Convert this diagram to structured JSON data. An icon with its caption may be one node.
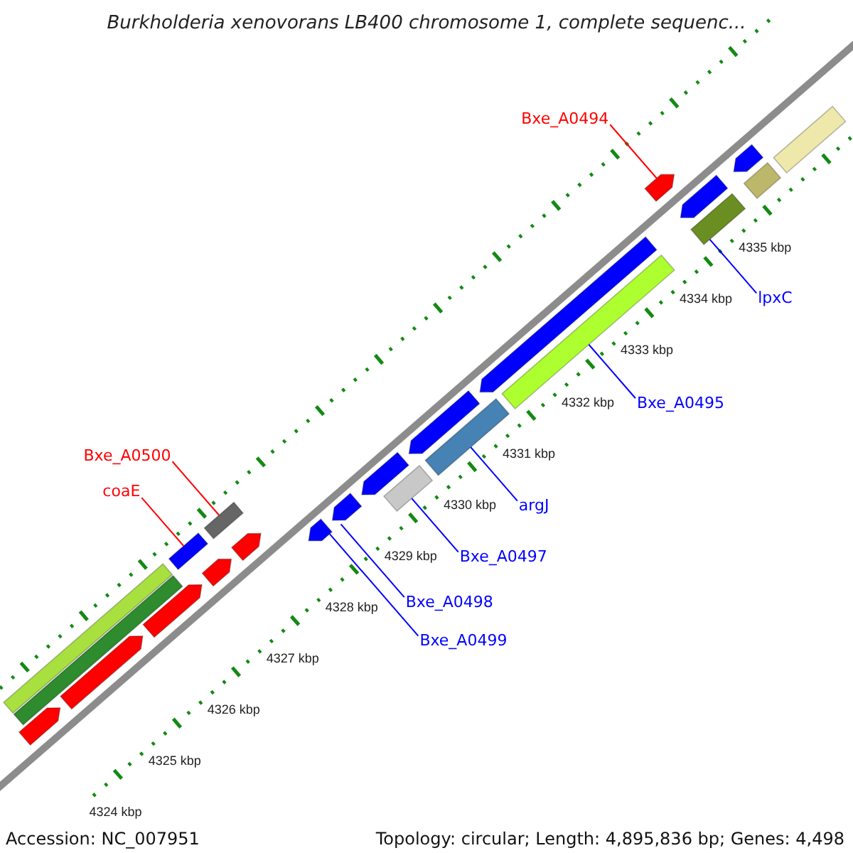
{
  "diagram": {
    "title": "Burkholderia xenovorans LB400 chromosome 1, complete sequenc...",
    "nodes": [
      {
        "text": [
          "Bxe_A0494"
        ]
      },
      {
        "text": [
          "lpxC"
        ]
      },
      {
        "text": [
          "Bxe_A0495"
        ]
      },
      {
        "text": [
          "Bxe_A0500"
        ]
      },
      {
        "text": [
          "coaE"
        ]
      },
      {
        "text": [
          "argJ"
        ]
      },
      {
        "text": [
          "Bxe_A0497"
        ]
      },
      {
        "text": [
          "Bxe_A0498"
        ]
      },
      {
        "text": [
          "Bxe_A0499"
        ]
      },
      {
        "text": [],
        "shape": "bar"
      },
      {
        "text": [],
        "shape": "bar"
      },
      {
        "text": [],
        "shape": "bar"
      },
      {
        "text": [],
        "shape": "bar"
      },
      {
        "text": [],
        "shape": "bar"
      },
      {
        "text": [],
        "shape": "bar"
      },
      {
        "text": [],
        "shape": "bar"
      },
      {
        "text": [],
        "shape": "bar"
      },
      {
        "text": [],
        "shape": "bar"
      },
      {
        "text": [],
        "shape": "bar"
      },
      {
        "text": [],
        "shape": "bar"
      },
      {
        "text": [],
        "shape": "bar"
      },
      {
        "text": [],
        "shape": "bar"
      },
      {
        "text": [],
        "shape": "bar"
      },
      {
        "text": [],
        "shape": "bar"
      },
      {
        "text": [],
        "shape": "bar"
      },
      {
        "text": [],
        "shape": "bar"
      },
      {
        "text": [],
        "shape": "bar"
      },
      {
        "text": [],
        "shape": "bar"
      },
      {
        "text": [],
        "shape": "bar"
      },
      {
        "text": [],
        "shape": "bar"
      },
      {
        "text": [],
        "shape": "bar"
      },
      {
        "text": [],
        "shape": "bar"
      }
    ],
    "edges": [
      {
        "from": 0,
        "to": 26,
        "arrow": "none",
        "color": "#ff0000"
      },
      {
        "from": 1,
        "to": 28,
        "arrow": "none"
      },
      {
        "from": 2,
        "to": 25,
        "arrow": "none"
      },
      {
        "from": 3,
        "to": 16,
        "arrow": "none",
        "color": "#ff0000"
      },
      {
        "from": 4,
        "to": 14,
        "arrow": "none",
        "color": "#ff0000"
      },
      {
        "from": 5,
        "to": 23,
        "arrow": "none"
      },
      {
        "from": 6,
        "to": 21,
        "arrow": "none"
      },
      {
        "from": 7,
        "to": 19,
        "arrow": "none"
      },
      {
        "from": 8,
        "to": 18,
        "arrow": "none"
      }
    ],
    "labels": [
      "4335 kbp",
      "4334 kbp",
      "4333 kbp",
      "4332 kbp",
      "4331 kbp",
      "4330 kbp",
      "4329 kbp",
      "4328 kbp",
      "4327 kbp",
      "4326 kbp",
      "4325 kbp",
      "4324 kbp",
      "Accession: NC_007951",
      "Topology: circular; Length: 4,895,836 bp; Genes: 4,498"
    ]
  }
}
